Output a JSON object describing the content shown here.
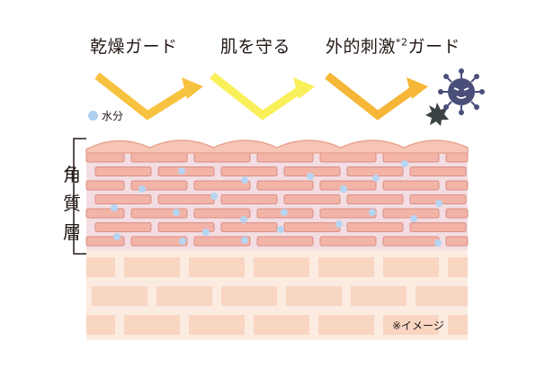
{
  "labels": {
    "dryness_guard": "乾燥ガード",
    "protect_skin": "肌を守る",
    "external_stimulus_pre": "外的刺激",
    "external_stimulus_sup": "*2",
    "external_stimulus_post": "ガード"
  },
  "legend": {
    "moisture": "水分"
  },
  "layer": {
    "chars": [
      "角",
      "質",
      "層"
    ]
  },
  "note": "※イメージ",
  "colors": {
    "arrow_yellow": "#f9ef5a",
    "arrow_orange": "#f6b637",
    "surface": "#f6c5b6",
    "surface_edge": "#e9a491",
    "brick_fill": "#f3b4a8",
    "brick_edge": "#d98e84",
    "mortar": "#f2d8dd",
    "lower_brick": "#f8d6c2",
    "lower_bg": "#fcebe0",
    "water": "#b5d5f2",
    "virus": "#4a4f7a",
    "spike": "#3b4244"
  },
  "icons": [
    "virus-icon",
    "germ-icon",
    "water-drop-icon"
  ]
}
